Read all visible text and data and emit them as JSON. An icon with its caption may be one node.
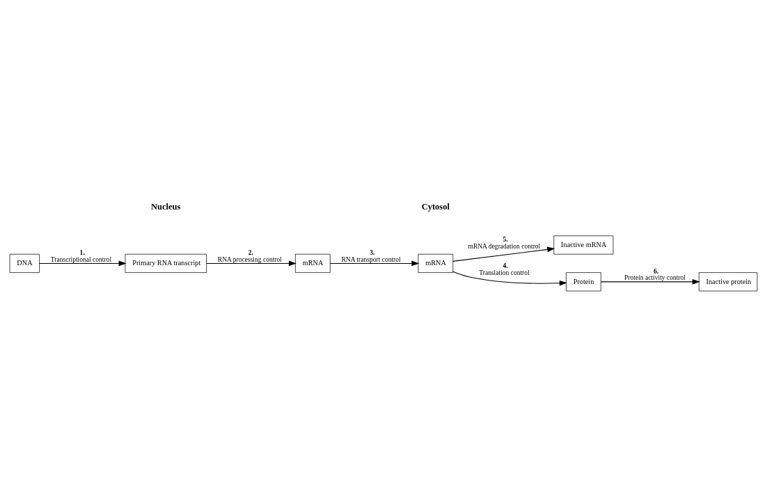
{
  "diagram": {
    "nodes": [
      {
        "text": [
          "DNA"
        ]
      },
      {
        "text": [
          "Primary RNA transcript"
        ]
      },
      {
        "text": [
          "mRNA"
        ]
      },
      {
        "text": [
          "mRNA"
        ]
      },
      {
        "text": [
          "Inactive mRNA"
        ]
      },
      {
        "text": [
          "Protein"
        ]
      },
      {
        "text": [
          "Inactive protein"
        ]
      }
    ],
    "edges": [
      {
        "from": 0,
        "to": 1,
        "arrow": "to",
        "label": "**1.** Transcriptional control"
      },
      {
        "from": 1,
        "to": 2,
        "arrow": "to",
        "label": "**2.** RNA processing control"
      },
      {
        "from": 2,
        "to": 3,
        "arrow": "to",
        "label": "**3.** RNA transport control"
      },
      {
        "from": 3,
        "to": 4,
        "arrow": "to",
        "label": "**5.** mRNA degradation control"
      },
      {
        "from": 3,
        "to": 5,
        "arrow": "to",
        "label": "**4.** Translation control"
      },
      {
        "from": 5,
        "to": 6,
        "arrow": "to",
        "label": "**6.** Protein activity control"
      }
    ],
    "labels": [
      "Nucleus",
      "Cytosol"
    ]
  }
}
